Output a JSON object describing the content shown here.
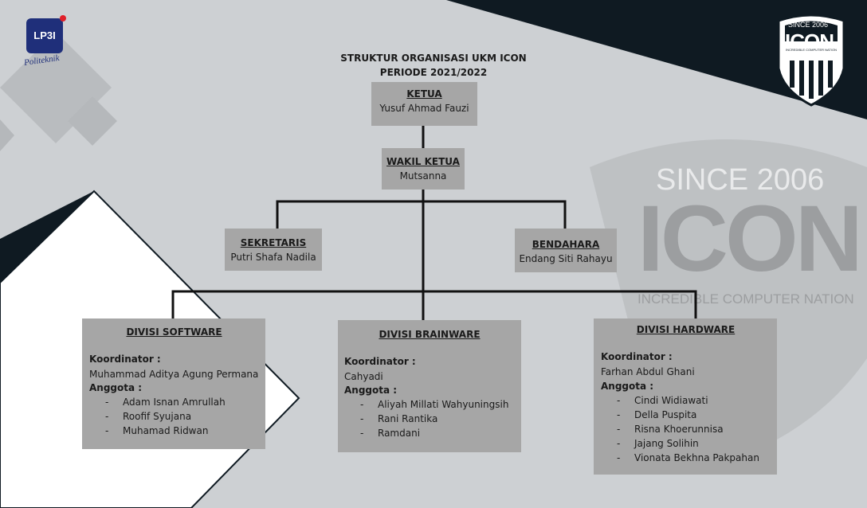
{
  "header": {
    "title": "STRUKTUR ORGANISASI UKM ICON",
    "period": "PERIODE 2021/2022"
  },
  "logos": {
    "left_text": "Politeknik",
    "left_mark": "LP3I",
    "right_top": "SINCE 2006",
    "right_main": "ICON",
    "right_sub": "INCREDIBLE COMPUTER NATION"
  },
  "watermark": {
    "since": "SINCE 2006",
    "main": "ICON",
    "sub": "INCREDIBLE COMPUTER NATION"
  },
  "ketua": {
    "title": "KETUA",
    "name": "Yusuf Ahmad Fauzi"
  },
  "wakil": {
    "title": "WAKIL KETUA",
    "name": "Mutsanna"
  },
  "sekretaris": {
    "title": "SEKRETARIS",
    "name": "Putri Shafa Nadila"
  },
  "bendahara": {
    "title": "BENDAHARA",
    "name": "Endang Siti Rahayu"
  },
  "divisions": [
    {
      "title": "DIVISI SOFTWARE",
      "koordinator_label": "Koordinator :",
      "koordinator": "Muhammad Aditya Agung Permana",
      "anggota_label": "Anggota :",
      "members": [
        "Adam Isnan Amrullah",
        "Roofif Syujana",
        "Muhamad Ridwan"
      ]
    },
    {
      "title": "DIVISI BRAINWARE",
      "koordinator_label": "Koordinator :",
      "koordinator": "Cahyadi",
      "anggota_label": "Anggota :",
      "members": [
        "Aliyah Millati Wahyuningsih",
        "Rani Rantika",
        "Ramdani"
      ]
    },
    {
      "title": "DIVISI HARDWARE",
      "koordinator_label": "Koordinator :",
      "koordinator": "Farhan Abdul Ghani",
      "anggota_label": "Anggota :",
      "members": [
        "Cindi Widiawati",
        "Della Puspita",
        "Risna Khoerunnisa",
        "Jajang Solihin",
        "Vionata Bekhna Pakpahan"
      ]
    }
  ],
  "dash": "-",
  "colors": {
    "box": "#a6a6a6",
    "dark": "#0f1a22",
    "bg": "#cdd0d3"
  }
}
